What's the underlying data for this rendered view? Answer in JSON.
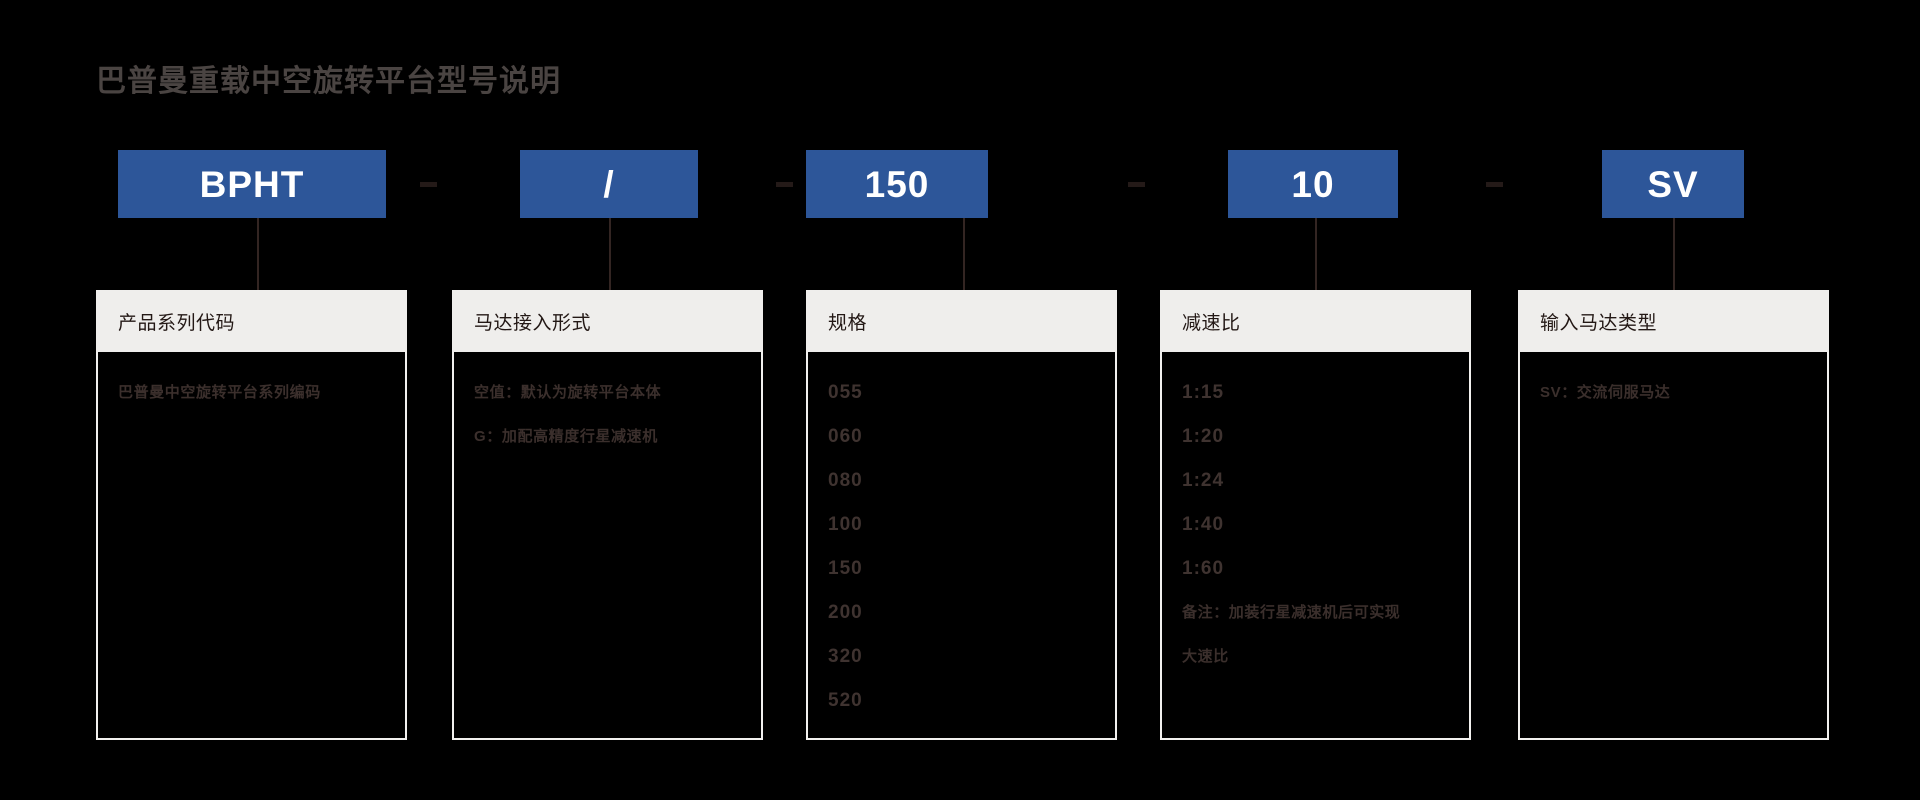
{
  "page": {
    "title": "巴普曼重载中空旋转平台型号说明",
    "background_color": "#000000",
    "accent_color": "#2d5699",
    "header_bg_color": "#efeeec",
    "text_color": "#3b2f2c"
  },
  "model_code": {
    "separator": "-",
    "segments": [
      {
        "label": "BPHT"
      },
      {
        "label": "/"
      },
      {
        "label": "150"
      },
      {
        "label": "10"
      },
      {
        "label": "SV"
      }
    ]
  },
  "cards": [
    {
      "header": "产品系列代码",
      "lines": [
        {
          "text": "巴普曼中空旋转平台系列编码",
          "style": "bold-sm"
        }
      ]
    },
    {
      "header": "马达接入形式",
      "lines": [
        {
          "text": "空值：默认为旋转平台本体",
          "style": "bold-sm"
        },
        {
          "text": "G：加配高精度行星减速机",
          "style": "bold-sm"
        }
      ]
    },
    {
      "header": "规格",
      "lines": [
        {
          "text": "055",
          "style": "spec"
        },
        {
          "text": "060",
          "style": "spec"
        },
        {
          "text": "080",
          "style": "spec"
        },
        {
          "text": "100",
          "style": "spec"
        },
        {
          "text": "150",
          "style": "spec"
        },
        {
          "text": "200",
          "style": "spec"
        },
        {
          "text": "320",
          "style": "spec"
        },
        {
          "text": "520",
          "style": "spec"
        }
      ]
    },
    {
      "header": "减速比",
      "lines": [
        {
          "text": "1:15",
          "style": "ratio"
        },
        {
          "text": "1:20",
          "style": "ratio"
        },
        {
          "text": "1:24",
          "style": "ratio"
        },
        {
          "text": "1:40",
          "style": "ratio"
        },
        {
          "text": "1:60",
          "style": "ratio"
        },
        {
          "text": "备注：加装行星减速机后可实现",
          "style": "note"
        },
        {
          "text": "大速比",
          "style": "note"
        }
      ]
    },
    {
      "header": "输入马达类型",
      "lines": [
        {
          "text": "SV：交流伺服马达",
          "style": "bold-sm"
        }
      ]
    }
  ]
}
